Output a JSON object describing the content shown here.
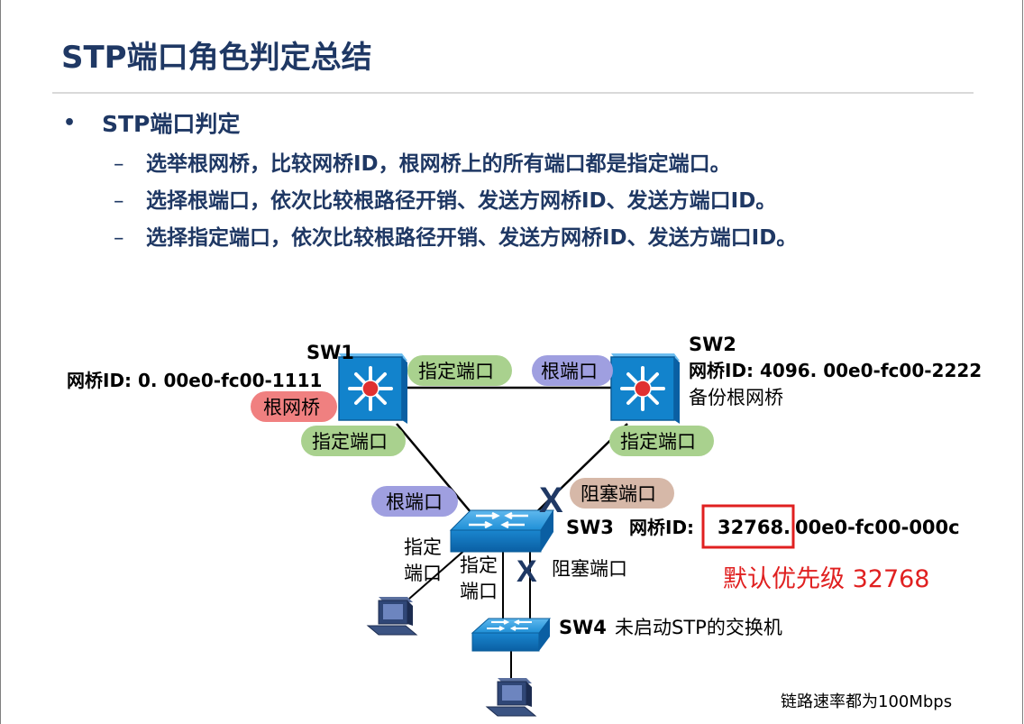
{
  "title": "STP端口角色判定总结",
  "bullet": {
    "marker": "•",
    "text": "STP端口判定",
    "dash": "–",
    "items": [
      "选举根网桥，比较网桥ID，根网桥上的所有端口都是指定端口。",
      "选择根端口，依次比较根路径开销、发送方网桥ID、发送方端口ID。",
      "选择指定端口，依次比较根路径开销、发送方网桥ID、发送方端口ID。"
    ]
  },
  "diagram": {
    "sw1": {
      "name": "SW1",
      "bridge_id": "网桥ID: 0. 00e0-fc00-1111",
      "role": "根网桥"
    },
    "sw2": {
      "name": "SW2",
      "bridge_id": "网桥ID: 4096. 00e0-fc00-2222",
      "note": "备份根网桥"
    },
    "sw3": {
      "name": "SW3",
      "id_label": "网桥ID:",
      "priority": "32768.",
      "mac": "00e0-fc00-000c"
    },
    "sw4": {
      "name": "SW4",
      "note": "未启动STP的交换机"
    },
    "ports": {
      "sw1_to_sw2": "指定端口",
      "sw2_to_sw1": "根端口",
      "sw1_to_sw3": "指定端口",
      "sw2_to_sw3": "指定端口",
      "sw3_to_sw1": "根端口",
      "sw3_to_sw2": "阻塞端口",
      "sw3_pc_line1": "指定",
      "sw3_pc_line2": "端口",
      "sw3_sw4a_line1": "指定",
      "sw3_sw4a_line2": "端口",
      "sw3_sw4b": "阻塞端口"
    },
    "block_mark": "X",
    "default_priority": "默认优先级 32768",
    "link_speed": "链路速率都为100Mbps"
  },
  "colors": {
    "title": "#1f3864",
    "root_pill": "#f08080",
    "designated_pill": "#a9d18e",
    "root_port_pill": "#9999dd",
    "blocked_pill": "#d6b8a8",
    "switch_blue": "#0a79c4",
    "highlight_red": "#e02020"
  }
}
